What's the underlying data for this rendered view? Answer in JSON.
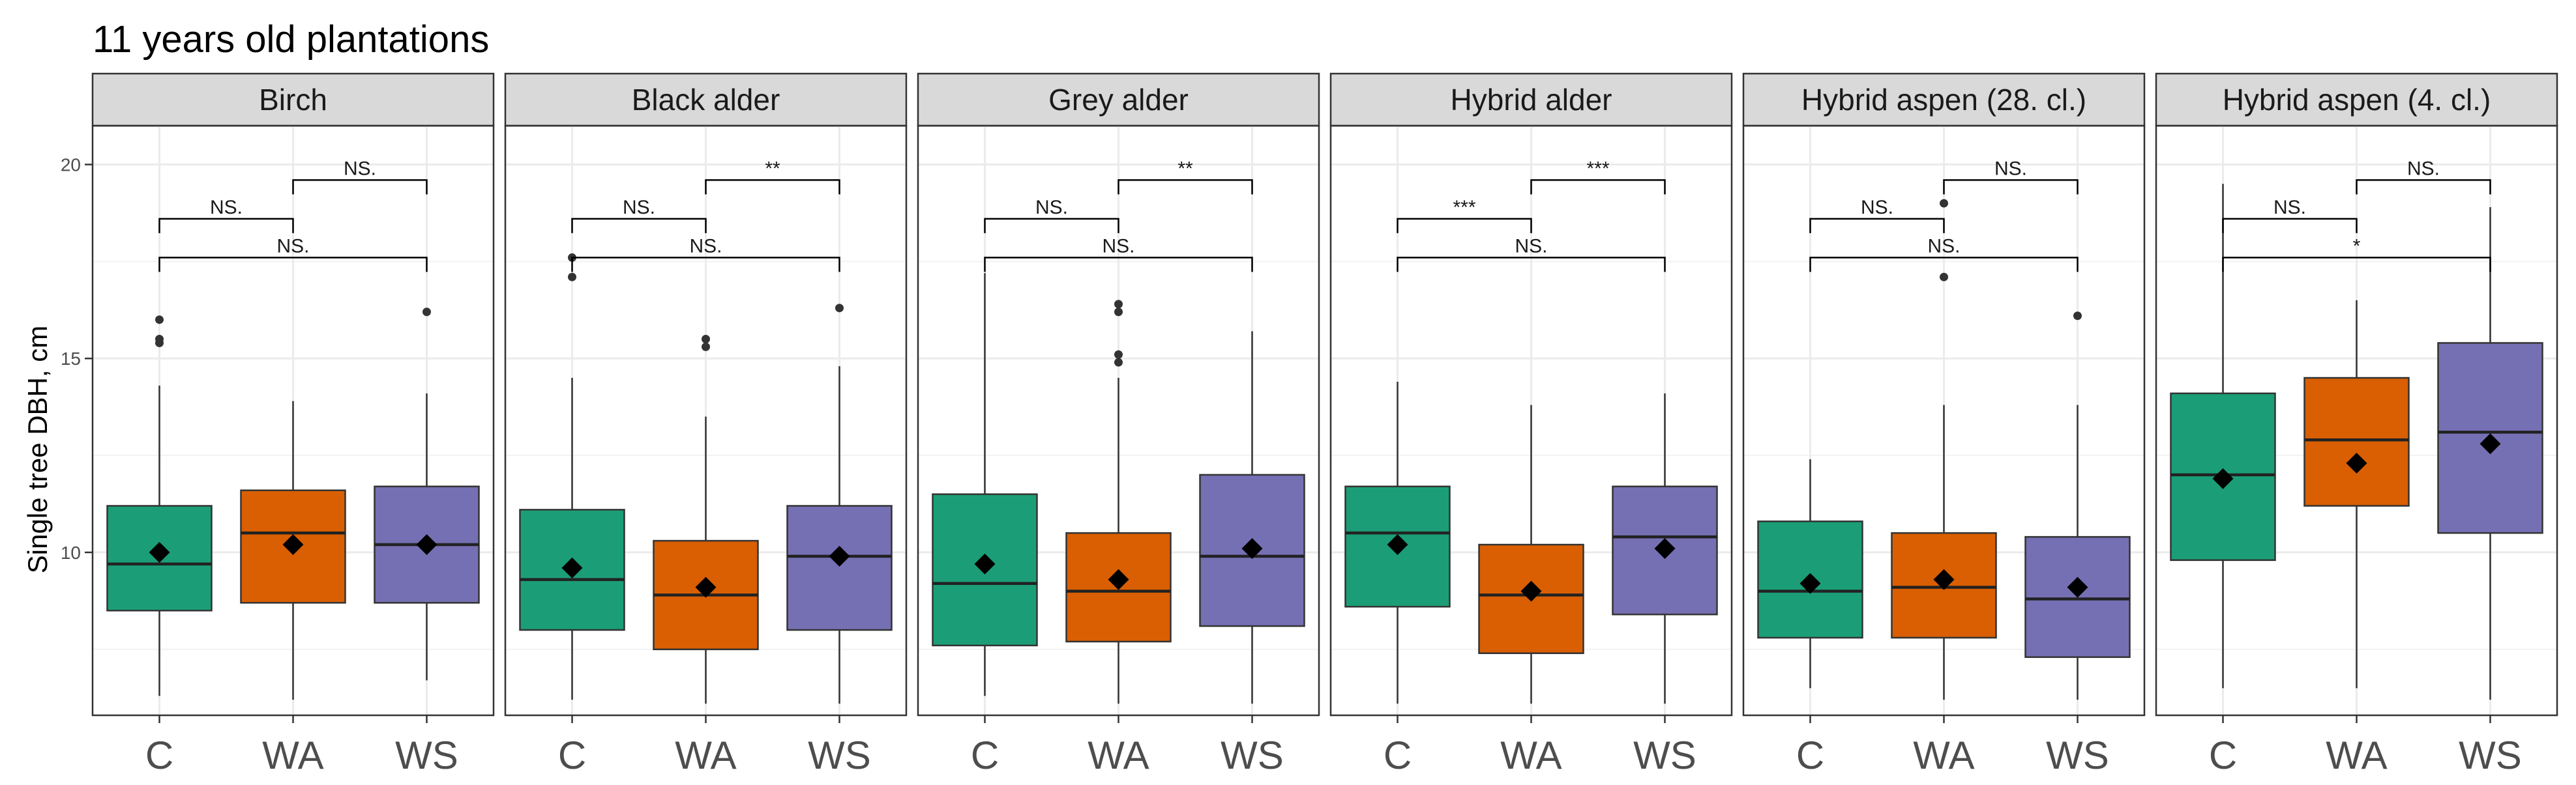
{
  "title": "11 years old plantations",
  "ylabel": "Single tree DBH, cm",
  "colors": {
    "C": "#1b9e77",
    "WA": "#d95f02",
    "WS": "#7570b3",
    "strip_fill": "#d9d9d9",
    "grid": "#ebebeb",
    "panel_border": "#333333"
  },
  "chart_data": {
    "type": "box",
    "facet_by": "species",
    "categories": [
      "C",
      "WA",
      "WS"
    ],
    "ylim": [
      5.8,
      21.0
    ],
    "y_ticks": [
      10,
      15,
      20
    ],
    "legend": "none",
    "panels": [
      {
        "name": "Birch",
        "boxes": [
          {
            "group": "C",
            "min": 6.3,
            "q1": 8.5,
            "median": 9.7,
            "q3": 11.2,
            "max": 14.3,
            "mean": 10.0,
            "outliers": [
              15.4,
              15.5,
              16.0
            ]
          },
          {
            "group": "WA",
            "min": 6.2,
            "q1": 8.7,
            "median": 10.5,
            "q3": 11.6,
            "max": 13.9,
            "mean": 10.2,
            "outliers": []
          },
          {
            "group": "WS",
            "min": 6.7,
            "q1": 8.7,
            "median": 10.2,
            "q3": 11.7,
            "max": 14.1,
            "mean": 10.2,
            "outliers": [
              16.2
            ]
          }
        ],
        "comparisons": [
          {
            "pair": [
              "C",
              "WA"
            ],
            "label": "NS."
          },
          {
            "pair": [
              "C",
              "WS"
            ],
            "label": "NS."
          },
          {
            "pair": [
              "WA",
              "WS"
            ],
            "label": "NS."
          }
        ]
      },
      {
        "name": "Black alder",
        "boxes": [
          {
            "group": "C",
            "min": 6.2,
            "q1": 8.0,
            "median": 9.3,
            "q3": 11.1,
            "max": 14.5,
            "mean": 9.6,
            "outliers": [
              17.1,
              17.6
            ]
          },
          {
            "group": "WA",
            "min": 6.1,
            "q1": 7.5,
            "median": 8.9,
            "q3": 10.3,
            "max": 13.5,
            "mean": 9.1,
            "outliers": [
              15.3,
              15.5
            ]
          },
          {
            "group": "WS",
            "min": 6.1,
            "q1": 8.0,
            "median": 9.9,
            "q3": 11.2,
            "max": 14.8,
            "mean": 9.9,
            "outliers": [
              16.3
            ]
          }
        ],
        "comparisons": [
          {
            "pair": [
              "C",
              "WA"
            ],
            "label": "NS."
          },
          {
            "pair": [
              "C",
              "WS"
            ],
            "label": "NS."
          },
          {
            "pair": [
              "WA",
              "WS"
            ],
            "label": "**"
          }
        ]
      },
      {
        "name": "Grey alder",
        "boxes": [
          {
            "group": "C",
            "min": 6.3,
            "q1": 7.6,
            "median": 9.2,
            "q3": 11.5,
            "max": 17.2,
            "mean": 9.7,
            "outliers": []
          },
          {
            "group": "WA",
            "min": 6.1,
            "q1": 7.7,
            "median": 9.0,
            "q3": 10.5,
            "max": 14.5,
            "mean": 9.3,
            "outliers": [
              14.9,
              15.1,
              16.2,
              16.4
            ]
          },
          {
            "group": "WS",
            "min": 6.1,
            "q1": 8.1,
            "median": 9.9,
            "q3": 12.0,
            "max": 15.7,
            "mean": 10.1,
            "outliers": []
          }
        ],
        "comparisons": [
          {
            "pair": [
              "C",
              "WA"
            ],
            "label": "NS."
          },
          {
            "pair": [
              "C",
              "WS"
            ],
            "label": "NS."
          },
          {
            "pair": [
              "WA",
              "WS"
            ],
            "label": "**"
          }
        ]
      },
      {
        "name": "Hybrid alder",
        "boxes": [
          {
            "group": "C",
            "min": 6.1,
            "q1": 8.6,
            "median": 10.5,
            "q3": 11.7,
            "max": 14.4,
            "mean": 10.2,
            "outliers": []
          },
          {
            "group": "WA",
            "min": 6.1,
            "q1": 7.4,
            "median": 8.9,
            "q3": 10.2,
            "max": 13.8,
            "mean": 9.0,
            "outliers": []
          },
          {
            "group": "WS",
            "min": 6.1,
            "q1": 8.4,
            "median": 10.4,
            "q3": 11.7,
            "max": 14.1,
            "mean": 10.1,
            "outliers": []
          }
        ],
        "comparisons": [
          {
            "pair": [
              "C",
              "WA"
            ],
            "label": "***"
          },
          {
            "pair": [
              "C",
              "WS"
            ],
            "label": "NS."
          },
          {
            "pair": [
              "WA",
              "WS"
            ],
            "label": "***"
          }
        ]
      },
      {
        "name": "Hybrid aspen (28. cl.)",
        "boxes": [
          {
            "group": "C",
            "min": 6.5,
            "q1": 7.8,
            "median": 9.0,
            "q3": 10.8,
            "max": 12.4,
            "mean": 9.2,
            "outliers": []
          },
          {
            "group": "WA",
            "min": 6.2,
            "q1": 7.8,
            "median": 9.1,
            "q3": 10.5,
            "max": 13.8,
            "mean": 9.3,
            "outliers": [
              17.1,
              19.0
            ]
          },
          {
            "group": "WS",
            "min": 6.2,
            "q1": 7.3,
            "median": 8.8,
            "q3": 10.4,
            "max": 13.8,
            "mean": 9.1,
            "outliers": [
              16.1
            ]
          }
        ],
        "comparisons": [
          {
            "pair": [
              "C",
              "WA"
            ],
            "label": "NS."
          },
          {
            "pair": [
              "C",
              "WS"
            ],
            "label": "NS."
          },
          {
            "pair": [
              "WA",
              "WS"
            ],
            "label": "NS."
          }
        ]
      },
      {
        "name": "Hybrid aspen (4. cl.)",
        "boxes": [
          {
            "group": "C",
            "min": 6.5,
            "q1": 9.8,
            "median": 12.0,
            "q3": 14.1,
            "max": 19.5,
            "mean": 11.9,
            "outliers": []
          },
          {
            "group": "WA",
            "min": 6.5,
            "q1": 11.2,
            "median": 12.9,
            "q3": 14.5,
            "max": 16.5,
            "mean": 12.3,
            "outliers": []
          },
          {
            "group": "WS",
            "min": 6.2,
            "q1": 10.5,
            "median": 13.1,
            "q3": 15.4,
            "max": 18.9,
            "mean": 12.8,
            "outliers": []
          }
        ],
        "comparisons": [
          {
            "pair": [
              "C",
              "WA"
            ],
            "label": "NS."
          },
          {
            "pair": [
              "C",
              "WS"
            ],
            "label": "*"
          },
          {
            "pair": [
              "WA",
              "WS"
            ],
            "label": "NS."
          }
        ]
      }
    ]
  }
}
